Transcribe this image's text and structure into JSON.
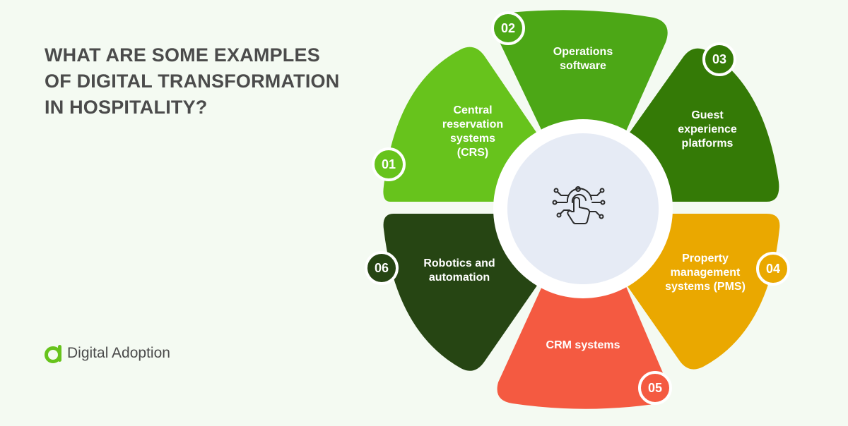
{
  "title_lines": [
    "WHAT ARE SOME EXAMPLES",
    "OF DIGITAL TRANSFORMATION",
    "IN HOSPITALITY?"
  ],
  "logo": {
    "text": "Digital Adoption",
    "icon": "digital-adoption-logo-icon"
  },
  "center_icon": "digital-touch-gear-icon",
  "segments": [
    {
      "number": "01",
      "lines": [
        "Central",
        "reservation",
        "systems",
        "(CRS)"
      ],
      "color": "#67c31c"
    },
    {
      "number": "02",
      "lines": [
        "Operations",
        "software"
      ],
      "color": "#4ca716"
    },
    {
      "number": "03",
      "lines": [
        "Guest",
        "experience",
        "platforms"
      ],
      "color": "#347a06"
    },
    {
      "number": "04",
      "lines": [
        "Property",
        "management",
        "systems (PMS)"
      ],
      "color": "#eaa800"
    },
    {
      "number": "05",
      "lines": [
        "CRM systems"
      ],
      "color": "#f45a41"
    },
    {
      "number": "06",
      "lines": [
        "Robotics and",
        "automation"
      ],
      "color": "#264513"
    }
  ]
}
